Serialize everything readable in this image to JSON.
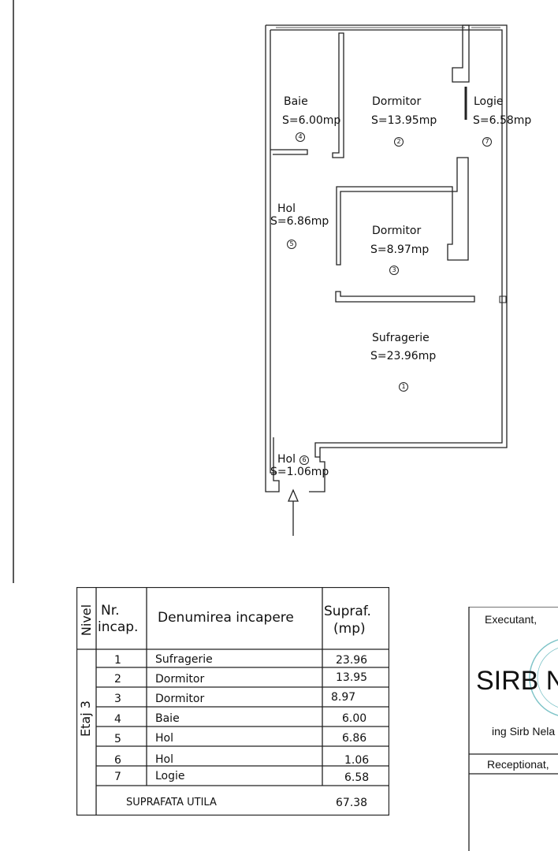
{
  "plan": {
    "rooms": [
      {
        "name": "Baie",
        "area": "S=6.00mp",
        "num": "4"
      },
      {
        "name": "Dormitor",
        "area": "S=13.95mp",
        "num": "2"
      },
      {
        "name": "Logie",
        "area": "S=6.58mp",
        "num": "7"
      },
      {
        "name": "Hol",
        "area": "S=6.86mp",
        "num": "5"
      },
      {
        "name": "Dormitor",
        "area": "S=8.97mp",
        "num": "3"
      },
      {
        "name": "Sufragerie",
        "area": "S=23.96mp",
        "num": "1"
      },
      {
        "name": "Hol",
        "area": "S=1.06mp",
        "num": "6"
      }
    ]
  },
  "table": {
    "header": {
      "level": "Nivel",
      "nr": "Nr.",
      "nr2": "incap.",
      "name": "Denumirea incapere",
      "area": "Supraf.",
      "area2": "(mp)"
    },
    "level_value": "Etaj 3",
    "rows": [
      {
        "nr": "1",
        "name": "Sufragerie",
        "area": "23.96"
      },
      {
        "nr": "2",
        "name": "Dormitor",
        "area": "13.95"
      },
      {
        "nr": "3",
        "name": "Dormitor",
        "area": "8.97"
      },
      {
        "nr": "4",
        "name": "Baie",
        "area": "6.00"
      },
      {
        "nr": "5",
        "name": "Hol",
        "area": "6.86"
      },
      {
        "nr": "6",
        "name": "Hol",
        "area": "1.06"
      },
      {
        "nr": "7",
        "name": "Logie",
        "area": "6.58"
      }
    ],
    "total_label": "SUPRAFATA UTILA",
    "total_value": "67.38"
  },
  "stamp": {
    "executant": "Executant,",
    "name_big": "SIRB N",
    "engineer": "ing Sirb Nela",
    "receptionat": "Receptionat,"
  }
}
